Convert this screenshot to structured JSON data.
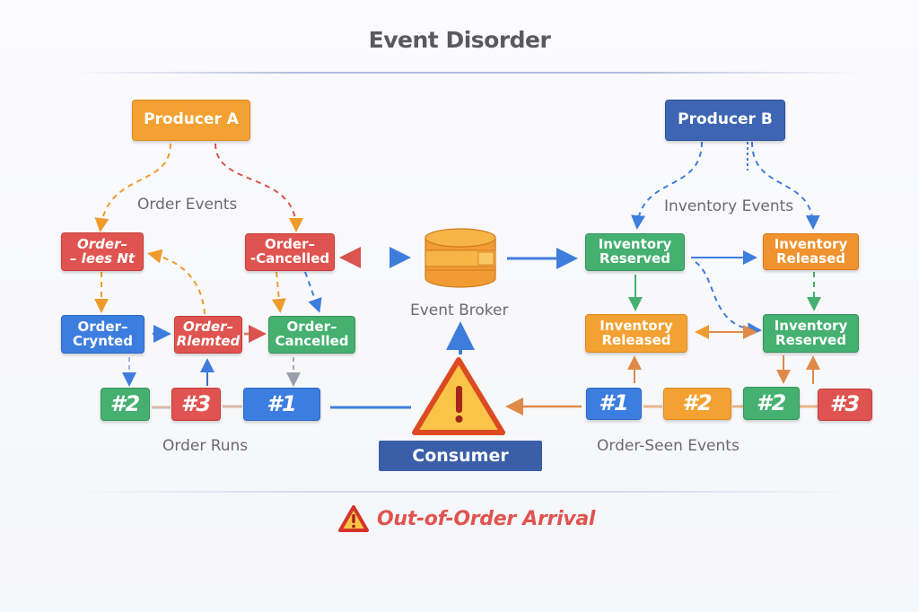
{
  "title": "Event Disorder",
  "producers": {
    "a": "Producer A",
    "b": "Producer B"
  },
  "group_labels": {
    "order_events": "Order Events",
    "inventory_events": "Inventory Events",
    "order_runs": "Order Runs",
    "order_seen_events": "Order-Seen Events",
    "event_broker": "Event Broker"
  },
  "order_nodes": [
    {
      "line1": "Order–",
      "line2": "– lees Nt",
      "color": "#df5450"
    },
    {
      "line1": "Order–",
      "line2": "-Cancelled",
      "color": "#df5450"
    },
    {
      "line1": "Order–",
      "line2": "Crynted",
      "color": "#3c7de0"
    },
    {
      "line1": "Order–",
      "line2": "Rlemted",
      "color": "#df5450"
    },
    {
      "line1": "Order–",
      "line2": "Cancelled",
      "color": "#45b06f"
    }
  ],
  "inventory_nodes": [
    {
      "line1": "Inventory",
      "line2": "Reserved",
      "color": "#45b06f"
    },
    {
      "line1": "Inventory",
      "line2": "Released",
      "color": "#f0922e"
    },
    {
      "line1": "Inventory",
      "line2": "Released",
      "color": "#f2a132"
    },
    {
      "line1": "Inventory",
      "line2": "Reserved",
      "color": "#45b06f"
    }
  ],
  "order_runs": [
    {
      "label": "#2",
      "color": "#45b06f"
    },
    {
      "label": "#3",
      "color": "#df5450"
    },
    {
      "label": "#1",
      "color": "#3c7de0"
    }
  ],
  "order_seen": [
    {
      "label": "#1",
      "color": "#3c7de0"
    },
    {
      "label": "#2",
      "color": "#f2a132"
    },
    {
      "label": "#2",
      "color": "#45b06f"
    },
    {
      "label": "#3",
      "color": "#df5450"
    }
  ],
  "consumer": "Consumer",
  "alert": {
    "icon": "warning-icon",
    "text": "Out-of-Order Arrival"
  },
  "icons": {
    "broker": "database-icon",
    "consumer_warning": "warning-triangle-icon"
  }
}
